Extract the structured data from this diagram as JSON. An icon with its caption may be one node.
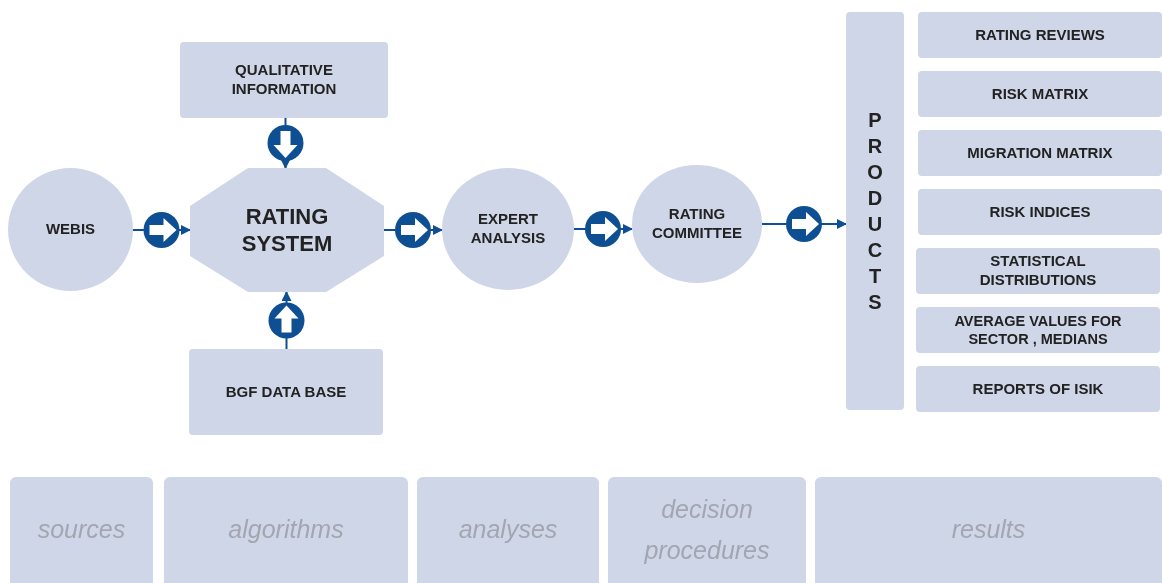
{
  "diagram": {
    "nodes": [
      {
        "text": [
          "WEBIS"
        ]
      },
      {
        "text": [
          "QUALITATIVE INFORMATION"
        ]
      },
      {
        "text": [
          "RATING SYSTEM"
        ]
      },
      {
        "text": [
          "BGF DATA BASE"
        ]
      },
      {
        "text": [
          "EXPERT ANALYSIS"
        ]
      },
      {
        "text": [
          "RATING COMMITTEE"
        ]
      },
      {
        "text": [
          "PRODUCTS"
        ]
      },
      {
        "text": [
          "RATING REVIEWS"
        ]
      },
      {
        "text": [
          "RISK MATRIX"
        ]
      },
      {
        "text": [
          "MIGRATION MATRIX"
        ]
      },
      {
        "text": [
          "RISK INDICES"
        ]
      },
      {
        "text": [
          "STATISTICAL DISTRIBUTIONS"
        ]
      },
      {
        "text": [
          "AVERAGE VALUES FOR SECTOR , MEDIANS"
        ]
      },
      {
        "text": [
          "REPORTS OF ISIK"
        ]
      },
      {
        "text": [
          "sources"
        ]
      },
      {
        "text": [
          "algorithms"
        ]
      },
      {
        "text": [
          "analyses"
        ]
      },
      {
        "text": [
          "decision procedures"
        ]
      },
      {
        "text": [
          "results"
        ]
      }
    ],
    "edges": [
      {
        "from": 0,
        "to": 2,
        "arrow": "to"
      },
      {
        "from": 1,
        "to": 2,
        "arrow": "to"
      },
      {
        "from": 3,
        "to": 2,
        "arrow": "to"
      },
      {
        "from": 2,
        "to": 4,
        "arrow": "to"
      },
      {
        "from": 4,
        "to": 5,
        "arrow": "to"
      },
      {
        "from": 5,
        "to": 6,
        "arrow": "to"
      }
    ]
  }
}
